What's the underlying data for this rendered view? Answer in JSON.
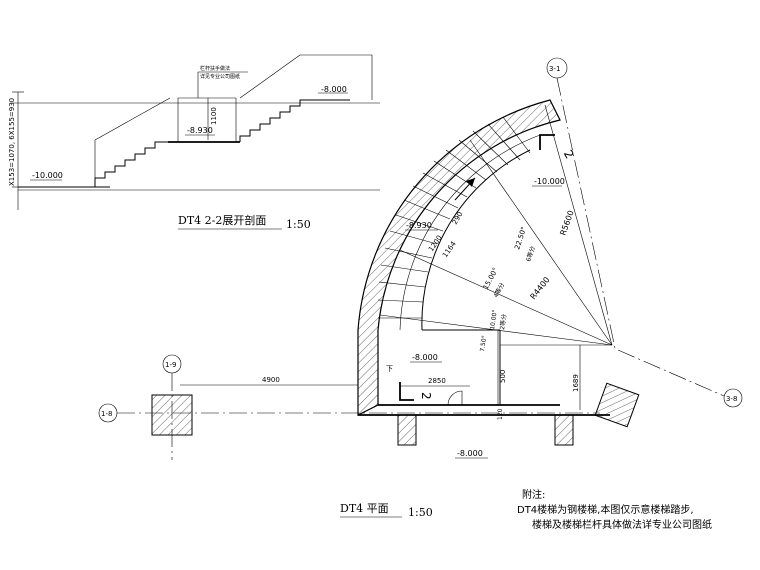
{
  "section": {
    "title": "DT4  2-2展开剖面",
    "scale": "1:50",
    "level_upper": "-8.000",
    "level_landing": "-8.930",
    "level_bottom": "-10.000",
    "dim_vertical": "X153=1070, 6X155=930",
    "dim_height": "1100",
    "note_line1": "栏杆扶手做法",
    "note_line2": "详见专业公司图纸"
  },
  "plan": {
    "title": "DT4   平面",
    "scale": "1:50",
    "axis_3_1": "3-1",
    "axis_1_9": "1-9",
    "axis_1_8": "1-8",
    "axis_3_8": "3-8",
    "section_mark": "2",
    "level_top": "-10.000",
    "level_mid": "-8.930",
    "level_floor": "-8.000",
    "level_below": "-8.000",
    "radius_outer": "R5600",
    "radius_inner": "R4400",
    "angle_1": "22.50°",
    "angle_1_note": "6等分",
    "angle_2": "15.00°",
    "angle_2_note": "4等分",
    "angle_3": "7.50°",
    "angle_3_label": "10.00°",
    "angle_3_note": "2等分",
    "dim_290": "290",
    "dim_1200": "1200",
    "dim_1164": "1164",
    "dim_4900": "4900",
    "dim_2850": "2850",
    "dim_500": "500",
    "dim_1689": "1689",
    "dim_120": "120",
    "down_mark": "下"
  },
  "notes": {
    "heading": "附注:",
    "line1": "DT4楼梯为钢楼梯,本图仅示意楼梯踏步,",
    "line2": "楼梯及楼梯栏杆具体做法详专业公司图纸"
  }
}
